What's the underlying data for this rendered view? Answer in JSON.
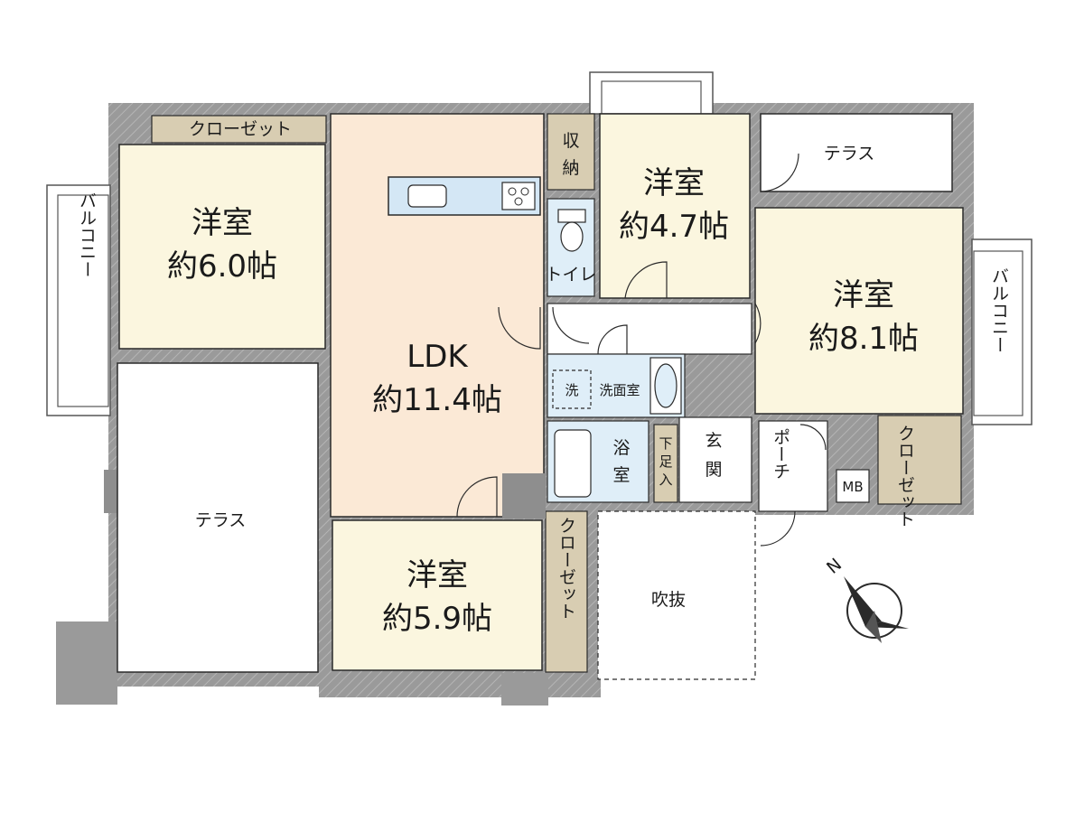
{
  "rooms": {
    "western_nw": {
      "name": "洋室",
      "area": "約6.0帖"
    },
    "ldk": {
      "name": "LDK",
      "area": "約11.4帖"
    },
    "western_n": {
      "name": "洋室",
      "area": "約4.7帖"
    },
    "western_e": {
      "name": "洋室",
      "area": "約8.1帖"
    },
    "western_s": {
      "name": "洋室",
      "area": "約5.9帖"
    }
  },
  "labels": {
    "closet_top": "クローゼット",
    "storage_1": "収",
    "storage_2": "納",
    "toilet": "トイレ",
    "terrace_ne": "テラス",
    "terrace_w": "テラス",
    "balcony_left": "バルコニー",
    "balcony_right": "バルコニー",
    "washer": "洗",
    "washroom": "洗面室",
    "bath_1": "浴",
    "bath_2": "室",
    "shoe_1": "下",
    "shoe_2": "足",
    "shoe_3": "入",
    "entrance_1": "玄",
    "entrance_2": "関",
    "porch": "ポーチ",
    "closet_ne": "クローゼット",
    "mb": "MB",
    "closet_s": "クローゼット",
    "void": "吹抜",
    "compass": "N"
  },
  "colors": {
    "wall": "#9a9a9a",
    "wall_dark": "#6d6d6d",
    "ldk": "#fbe9d6",
    "western": "#fbf6df",
    "closet": "#d8cdb2",
    "water": "#dfeef8",
    "counter": "#d4e7f5",
    "line": "#2a2a2a"
  }
}
